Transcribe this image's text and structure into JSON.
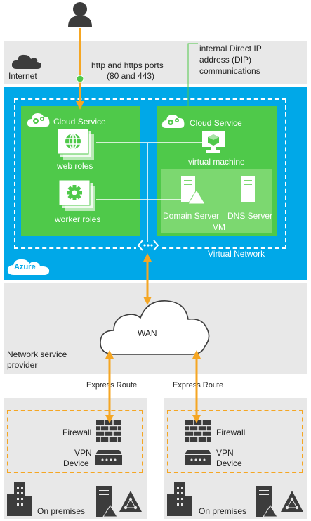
{
  "internet": {
    "label": "Internet",
    "ports_label_line1": "http and https ports",
    "ports_label_line2": "(80 and 443)"
  },
  "dip_note": {
    "line1": "internal Direct IP",
    "line2": "address (DIP)",
    "line3": "communications"
  },
  "azure": {
    "badge": "Azure",
    "virtual_network_label": "Virtual Network",
    "cloud_service_left": {
      "title": "Cloud Service",
      "web_roles": "web roles",
      "worker_roles": "worker roles"
    },
    "cloud_service_right": {
      "title": "Cloud Service",
      "virtual_machine": "virtual machine",
      "domain_server": "Domain Server",
      "dns_server": "DNS Server",
      "vm_label": "VM"
    }
  },
  "provider": {
    "wan_label": "WAN",
    "label_line1": "Network service",
    "label_line2": "provider"
  },
  "connections": {
    "express_route_left": "Express Route",
    "express_route_right": "Express Route"
  },
  "premises_left": {
    "firewall": "Firewall",
    "vpn_line1": "VPN",
    "vpn_line2": "Device",
    "on_premises": "On premises"
  },
  "premises_right": {
    "firewall": "Firewall",
    "vpn_line1": "VPN",
    "vpn_line2": "Device",
    "on_premises": "On premises"
  },
  "colors": {
    "azure_blue": "#00a8e8",
    "cloud_service_green": "#4fc94a",
    "vm_light_green": "#7cd870",
    "arrow_orange": "#f5a623",
    "icon_dark": "#3c3c3c",
    "panel_grey": "#e8e8e8"
  }
}
